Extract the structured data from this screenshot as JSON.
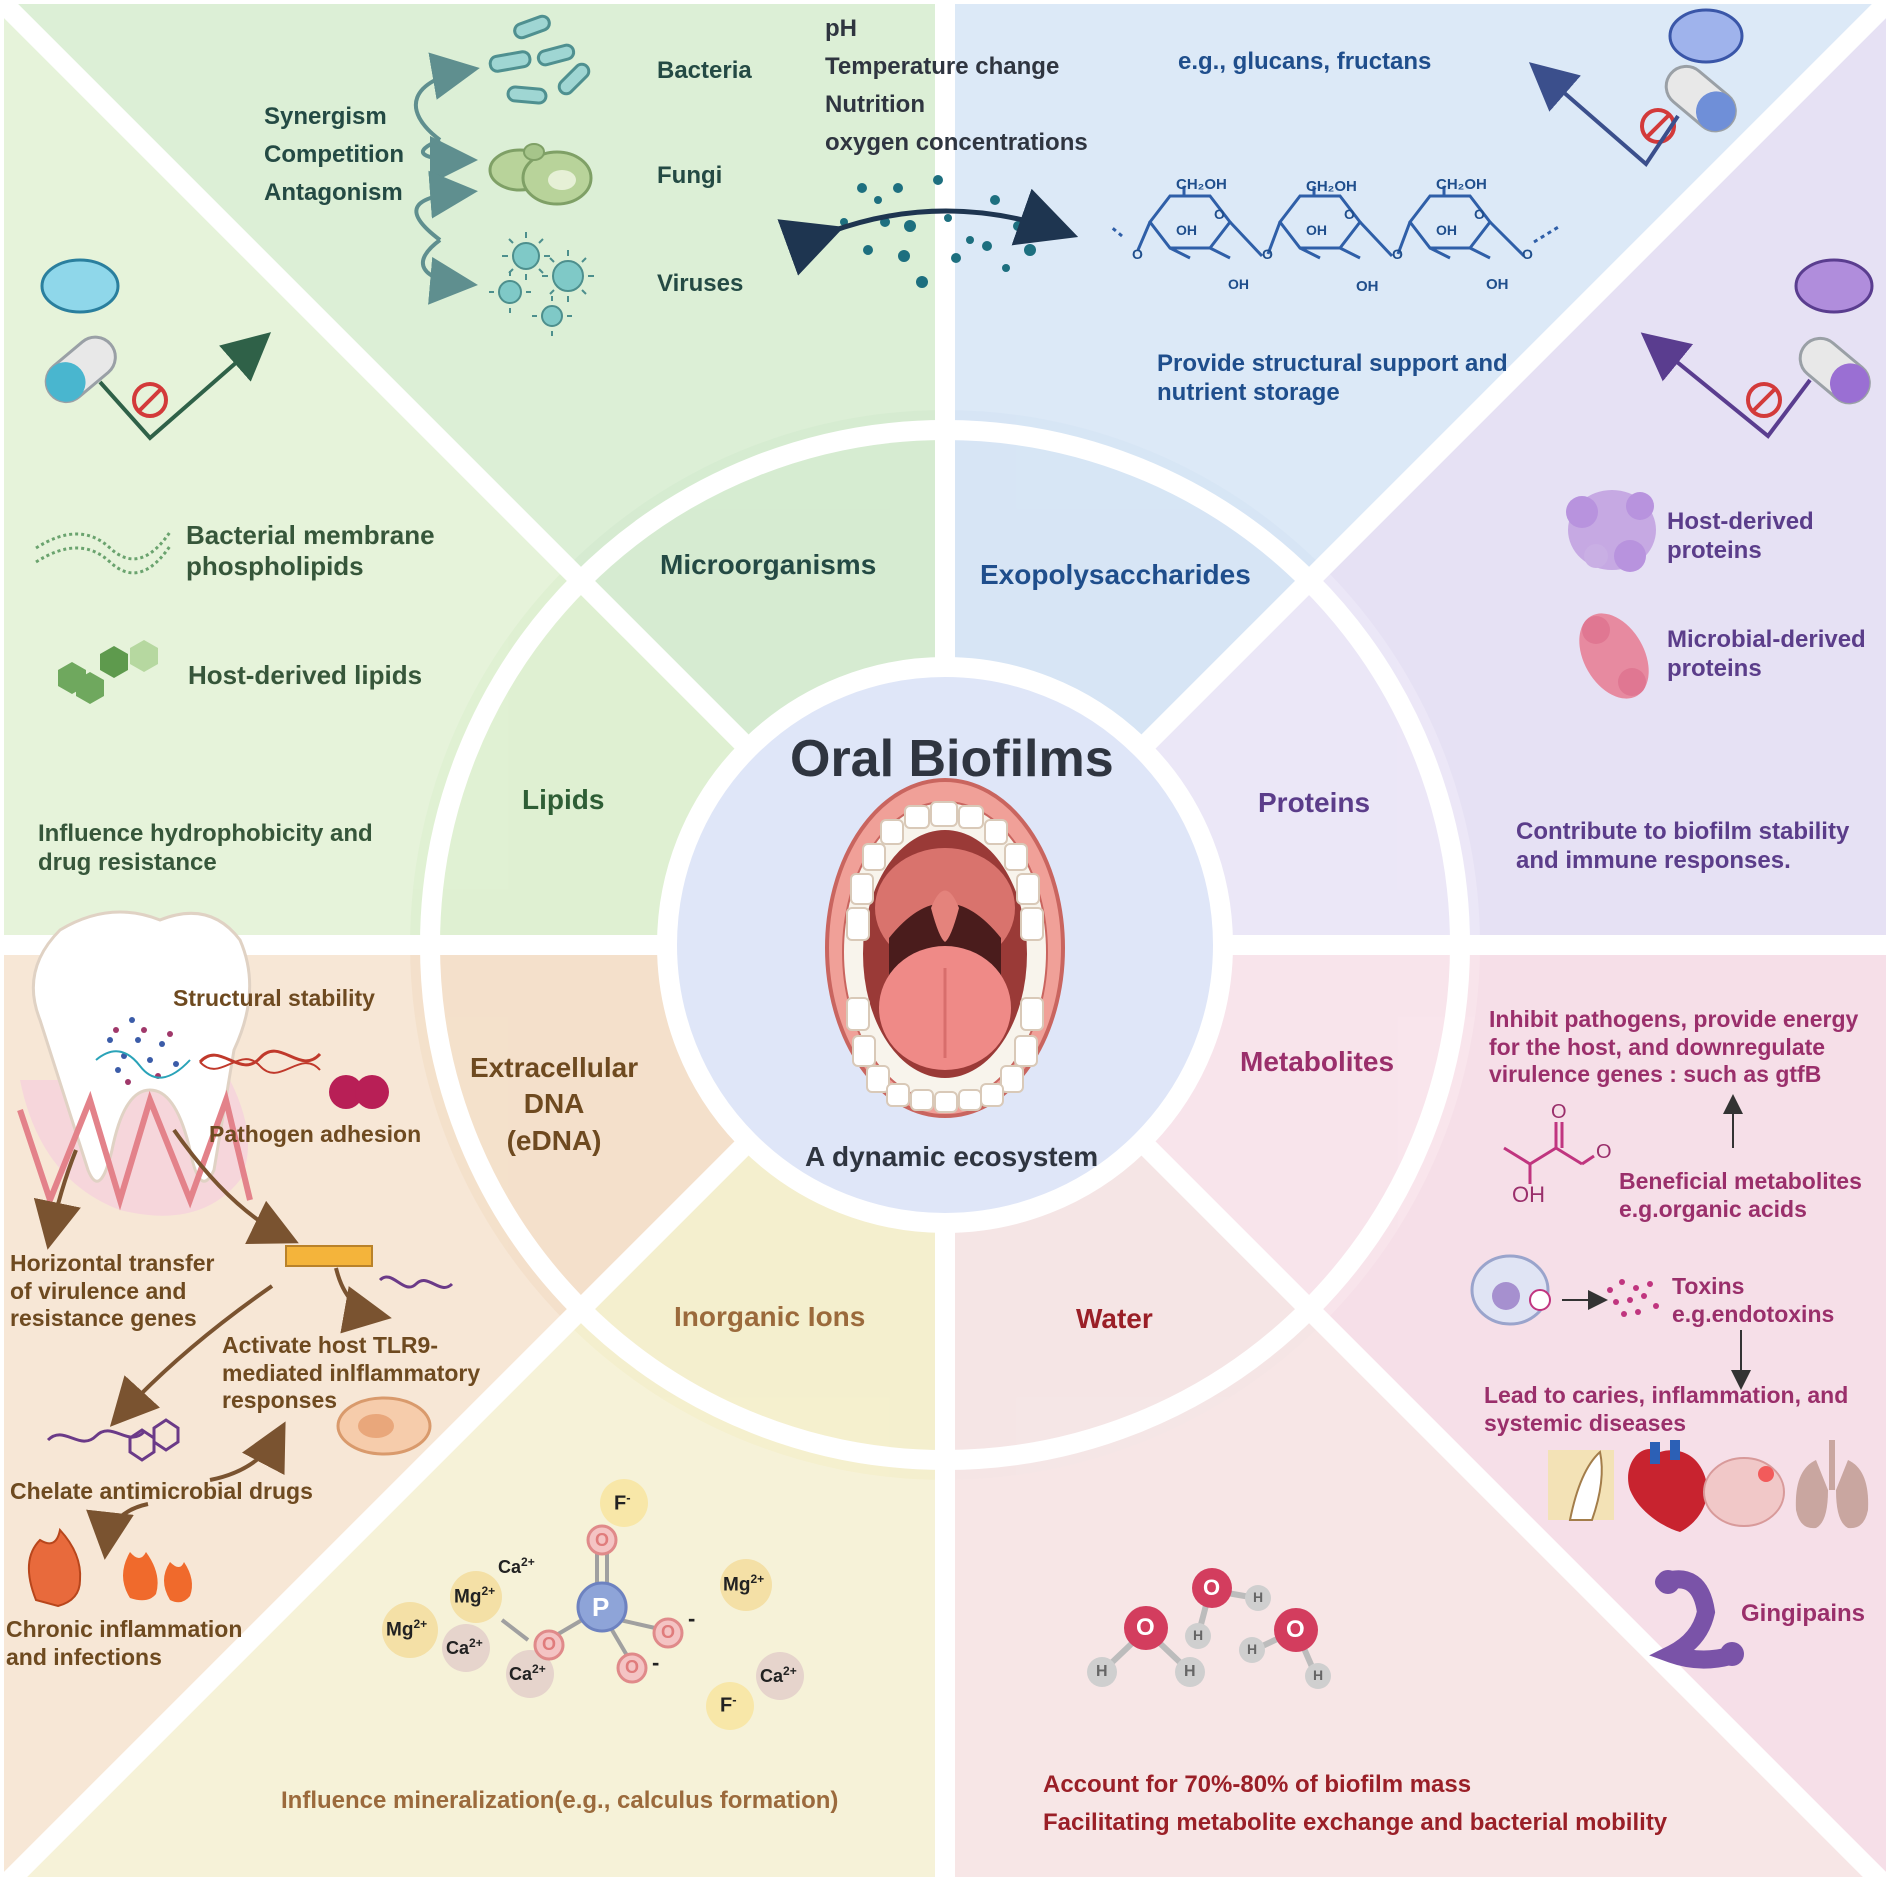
{
  "center": {
    "title": "Oral Biofilms",
    "subtitle": "A dynamic ecosystem"
  },
  "segments": {
    "microorganisms": "Microorganisms",
    "exopolysaccharides": "Exopolysaccharides",
    "proteins": "Proteins",
    "metabolites": "Metabolites",
    "water": "Water",
    "inorganic_ions": "Inorganic Ions",
    "edna": [
      "Extracellular",
      "DNA",
      "(eDNA)"
    ],
    "lipids": "Lipids"
  },
  "microorganisms": {
    "interactions": [
      "Synergism",
      "Competition",
      "Antagonism"
    ],
    "organisms": [
      "Bacteria",
      "Fungi",
      "Viruses"
    ],
    "factors": [
      "pH",
      "Temperature change",
      "Nutrition",
      "oxygen concentrations"
    ]
  },
  "exopolysaccharides": {
    "example": "e.g., glucans, fructans",
    "role": [
      "Provide structural support and",
      "nutrient storage"
    ],
    "chem": {
      "ch2oh": "CH₂OH",
      "oh": "OH",
      "o": "O"
    }
  },
  "proteins": {
    "host": [
      "Host-derived",
      "proteins"
    ],
    "microbial": [
      "Microbial-derived",
      "proteins"
    ],
    "role": [
      "Contribute to biofilm stability",
      "and immune responses."
    ]
  },
  "lipids": {
    "membrane": [
      "Bacterial membrane",
      "phospholipids"
    ],
    "host": "Host-derived lipids",
    "role": [
      "Influence hydrophobicity and",
      "drug resistance"
    ]
  },
  "edna": {
    "structural": "Structural stability",
    "adhesion": "Pathogen adhesion",
    "horizontal": [
      "Horizontal transfer",
      "of virulence and",
      "resistance genes"
    ],
    "tlr9": [
      "Activate host TLR9-",
      "mediated inlflammatory",
      "responses"
    ],
    "chelate": "Chelate antimicrobial drugs",
    "chronic": [
      "Chronic inflammation",
      "and infections"
    ]
  },
  "inorganic_ions": {
    "role": "Influence mineralization(e.g., calculus formation)",
    "ions": {
      "f": "F",
      "ca": "Ca",
      "mg": "Mg",
      "p": "P",
      "o": "O",
      "minus": "-",
      "two_plus": "2+"
    }
  },
  "water": {
    "lines": [
      "Account for 70%-80% of biofilm mass",
      "Facilitating metabolite exchange and bacterial mobility"
    ],
    "atoms": {
      "o": "O",
      "h": "H"
    }
  },
  "metabolites": {
    "inhibit": [
      "Inhibit pathogens, provide energy",
      "for the host, and downregulate",
      "virulence genes : such as gtfB"
    ],
    "beneficial": [
      "Beneficial metabolites",
      "e.g.organic acids"
    ],
    "toxins": [
      "Toxins",
      "e.g.endotoxins"
    ],
    "diseases": [
      "Lead to caries, inflammation, and",
      "systemic diseases"
    ],
    "gingipains": "Gingipains",
    "chem": {
      "o": "O",
      "oh": "OH"
    }
  },
  "colors": {
    "microorganisms_bg": "#dcefd6",
    "exopolysaccharides_bg": "#dce9f7",
    "proteins_bg": "#e6e1f4",
    "metabolites_bg": "#f6dfe8",
    "water_bg": "#f7e6e6",
    "inorganic_bg": "#f6f2d8",
    "edna_bg": "#f7e7d6",
    "lipids_bg": "#e6f3da",
    "center_bg": "#dfe6f8"
  }
}
